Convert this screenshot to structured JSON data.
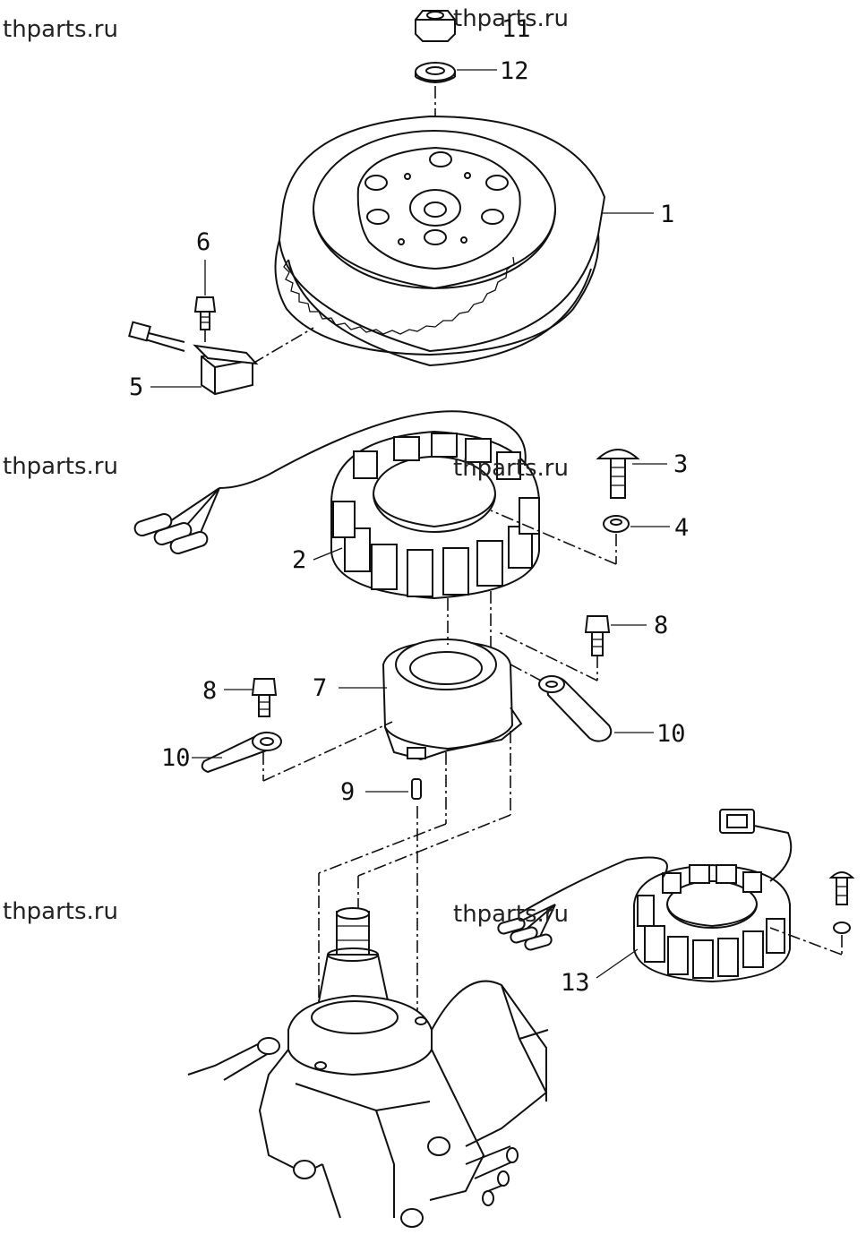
{
  "watermarks": [
    "thparts.ru",
    "thparts.ru",
    "thparts.ru",
    "thparts.ru",
    "thparts.ru"
  ],
  "callouts": [
    "1",
    "2",
    "3",
    "4",
    "5",
    "6",
    "7",
    "8",
    "8",
    "9",
    "10",
    "10",
    "11",
    "12",
    "13"
  ],
  "colors": {
    "line": "#111111",
    "background": "#ffffff"
  }
}
